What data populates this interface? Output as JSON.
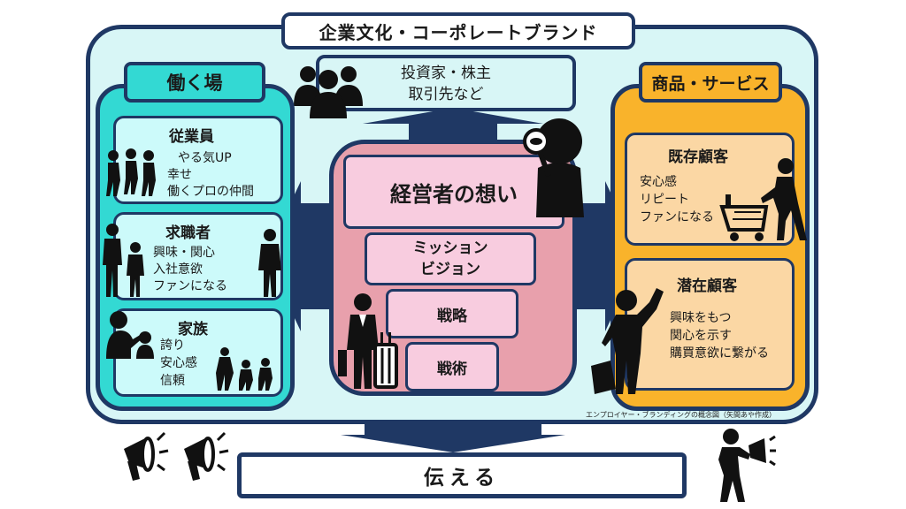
{
  "title": "企業文化・コーポレートブランド",
  "investors": {
    "line1": "投資家・株主",
    "line2": "取引先など"
  },
  "left": {
    "header": "働く場",
    "employees": {
      "title": "従業員",
      "lines": [
        "やる気UP",
        "幸せ",
        "働くプロの仲間"
      ]
    },
    "job_seekers": {
      "title": "求職者",
      "lines": [
        "興味・関心",
        "入社意欲",
        "ファンになる"
      ]
    },
    "family": {
      "title": "家族",
      "lines": [
        "誇り",
        "安心感",
        "信頼"
      ]
    }
  },
  "right": {
    "header": "商品・サービス",
    "existing": {
      "title": "既存顧客",
      "lines": [
        "安心感",
        "リピート",
        "ファンになる"
      ]
    },
    "potential": {
      "title": "潜在顧客",
      "lines": [
        "興味をもつ",
        "関心を示す",
        "購買意欲に繋がる"
      ]
    }
  },
  "center": {
    "main": "経営者の想い",
    "mission": [
      "ミッション",
      "ビジョン"
    ],
    "strategy": "戦略",
    "tactics": "戦術"
  },
  "bottom": "伝える",
  "caption": "エンプロイヤー・ブランディングの概念図（矢間あや作成）",
  "colors": {
    "navy": "#1f3864",
    "teal": "#33d9d3",
    "orange": "#f9b32b",
    "pink": "#e8a0ac",
    "light_pink": "#f8ccdf"
  }
}
